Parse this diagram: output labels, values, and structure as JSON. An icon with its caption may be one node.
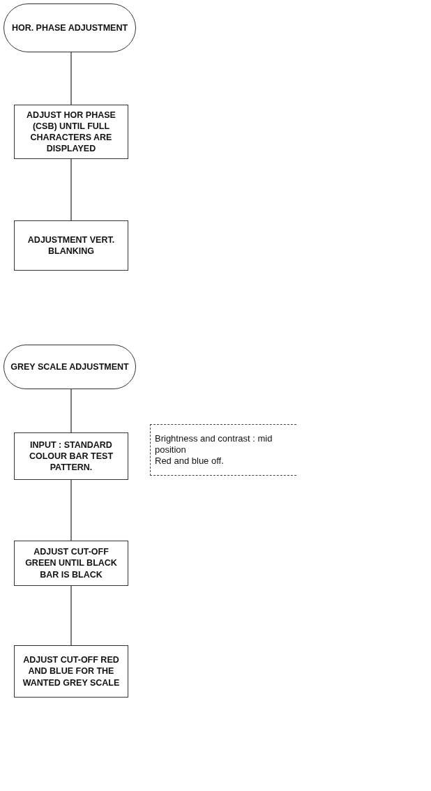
{
  "diagram": {
    "nodes": [
      {
        "text": [
          "HOR. PHASE ADJUSTMENT"
        ]
      },
      {
        "text": [
          "ADJUST HOR PHASE (CSB) UNTIL FULL CHARACTERS ARE DISPLAYED"
        ]
      },
      {
        "text": [
          "ADJUSTMENT VERT. BLANKING"
        ]
      },
      {
        "text": [
          "GREY SCALE ADJUSTMENT"
        ]
      },
      {
        "text": [
          "INPUT : STANDARD COLOUR BAR TEST PATTERN."
        ]
      },
      {
        "text": [
          "Brightness and contrast : mid position",
          "Red and blue off."
        ]
      },
      {
        "text": [
          "ADJUST CUT-OFF GREEN UNTIL BLACK BAR IS BLACK"
        ]
      },
      {
        "text": [
          "ADJUST CUT-OFF RED AND BLUE FOR THE WANTED GREY SCALE"
        ]
      }
    ],
    "edges": [
      {
        "from": 0,
        "to": 1,
        "arrow": "none"
      },
      {
        "from": 1,
        "to": 2,
        "arrow": "none"
      },
      {
        "from": 3,
        "to": 4,
        "arrow": "none"
      },
      {
        "from": 4,
        "to": 6,
        "arrow": "none"
      },
      {
        "from": 6,
        "to": 7,
        "arrow": "none"
      }
    ]
  }
}
